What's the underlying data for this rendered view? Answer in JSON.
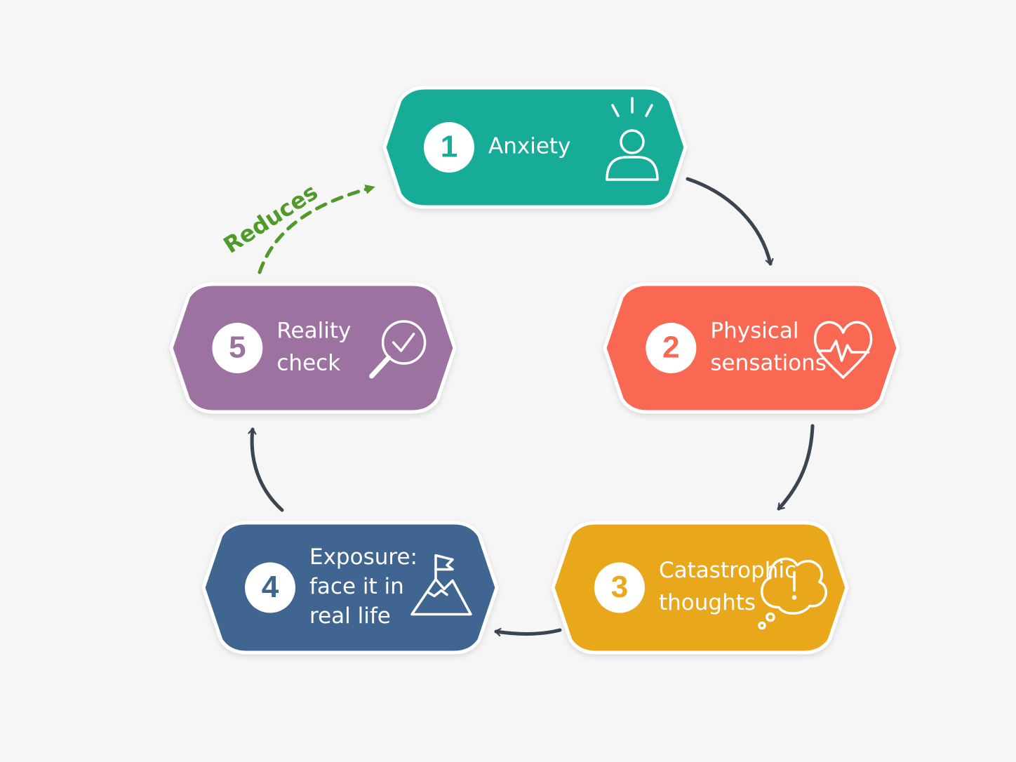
{
  "colors": {
    "background": "#f6f6f6",
    "arrow": "#3b4552",
    "reduces": "#4f9a2a"
  },
  "nodes": [
    {
      "number": "1",
      "lines": [
        "Anxiety"
      ],
      "color": "#16ac98",
      "icon": "person-alert-icon"
    },
    {
      "number": "2",
      "lines": [
        "Physical",
        "sensations"
      ],
      "color": "#f96852",
      "icon": "heartbeat-icon"
    },
    {
      "number": "3",
      "lines": [
        "Catastrophic",
        "thoughts"
      ],
      "color": "#e9a81e",
      "icon": "thought-bubble-exclamation-icon"
    },
    {
      "number": "4",
      "lines": [
        "Exposure:",
        "face it in",
        "real life"
      ],
      "color": "#3f6591",
      "icon": "mountain-flag-icon"
    },
    {
      "number": "5",
      "lines": [
        "Reality",
        "check"
      ],
      "color": "#9b72a0",
      "icon": "magnifier-check-icon"
    }
  ],
  "feedback": {
    "label": "Reduces"
  }
}
